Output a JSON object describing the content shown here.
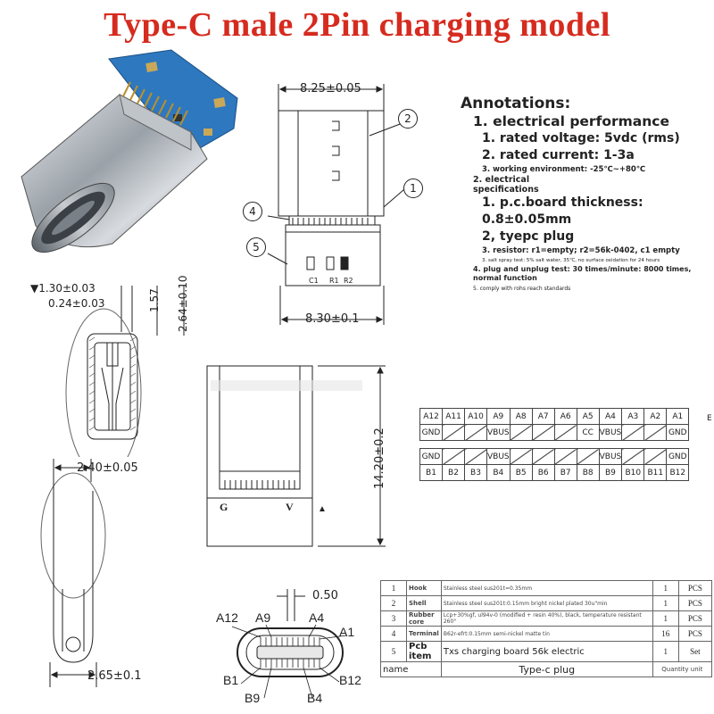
{
  "title": "Type-C male 2Pin charging model",
  "annotations": {
    "heading": "Annotations:",
    "items": [
      {
        "cls": "l1",
        "text": "1. electrical performance"
      },
      {
        "cls": "l2",
        "text": "1. rated voltage: 5vdc (rms)"
      },
      {
        "cls": "l2",
        "text": "2. rated current: 1-3a"
      },
      {
        "cls": "s2",
        "text": "3. working environment: -25℃~+80℃"
      },
      {
        "cls": "s1",
        "text": "2. electrical"
      },
      {
        "cls": "s1",
        "text": "specifications"
      },
      {
        "cls": "l2",
        "text": "1. p.c.board thickness: 0.8±0.05mm"
      },
      {
        "cls": "l2",
        "text": "2, tyepc plug"
      },
      {
        "cls": "s2",
        "text": "3. resistor: r1=empty; r2=56k-0402, c1 empty"
      },
      {
        "cls": "tiny",
        "text": "3. salt spray test: 5% salt water, 35℃, no surface oxidation for 24 hours"
      },
      {
        "cls": "sm",
        "text": "4. plug and unplug test: 30 times/minute: 8000 times,"
      },
      {
        "cls": "sm",
        "text": "normal function"
      },
      {
        "cls": "t5",
        "text": "5. comply with rohs reach standards"
      }
    ]
  },
  "dimensions": {
    "top_width": "8.25±0.05",
    "bottom_width": "8.30±0.1",
    "side_a": "▼1.30±0.03",
    "side_b": "0.24±0.03",
    "side_h1": "1.57",
    "side_h2": "2.64±0.10",
    "width_240": "2.40±0.05",
    "width_265": "2.65±0.1",
    "height_1420": "14.20±0.2",
    "pitch": "0.50"
  },
  "callouts": [
    "1",
    "2",
    "4",
    "5"
  ],
  "pcb_labels": {
    "c1": "C1",
    "r1": "R1",
    "r2": "R2"
  },
  "body_labels": {
    "g": "G",
    "v": "V",
    "arrow": "▲"
  },
  "pin_labels": {
    "a12": "A12",
    "a9": "A9",
    "a4": "A4",
    "a1": "A1",
    "b1": "B1",
    "b9": "B9",
    "b4": "B4",
    "b12": "B12"
  },
  "pin_table": {
    "top_row": [
      "A12",
      "A11",
      "A10",
      "A9",
      "A8",
      "A7",
      "A6",
      "A5",
      "A4",
      "A3",
      "A2",
      "A1"
    ],
    "top_signals": [
      "GND",
      "",
      "",
      "VBUS",
      "",
      "",
      "",
      "CC",
      "VBUS",
      "",
      "",
      "GND"
    ],
    "bottom_signals": [
      "GND",
      "",
      "",
      "VBUS",
      "",
      "",
      "",
      "",
      "VBUS",
      "",
      "",
      "GND"
    ],
    "bottom_row": [
      "B1",
      "B2",
      "B3",
      "B4",
      "B5",
      "B6",
      "B7",
      "B8",
      "B9",
      "B10",
      "B11",
      "B12"
    ],
    "side_mark": "E"
  },
  "bom": {
    "rows": [
      {
        "no": "1",
        "name": "Hook",
        "spec": "Stainless steel sus201t=0.35mm",
        "qty": "1",
        "unit": "PCS"
      },
      {
        "no": "2",
        "name": "Shell",
        "spec": "Stainless steel sus201t:0.15mm bright nickel plated 30u\"min",
        "qty": "1",
        "unit": "PCS"
      },
      {
        "no": "3",
        "name": "Rubber core",
        "spec": "Lcp+30%gf, ul94v-0 (modified + resin 40%), black, temperature resistant 260°",
        "qty": "1",
        "unit": "PCS"
      },
      {
        "no": "4",
        "name": "Terminal",
        "spec": "B62r-efrt:0.15mm semi-nickel matte tin",
        "qty": "16",
        "unit": "PCS"
      },
      {
        "no": "5",
        "name": "Pcb item",
        "spec": "Txs charging board 56k electric",
        "qty": "1",
        "unit": "Set"
      }
    ],
    "footer": {
      "name": "name",
      "title": "Type-c plug",
      "qty_unit": "Quantity unit"
    }
  }
}
